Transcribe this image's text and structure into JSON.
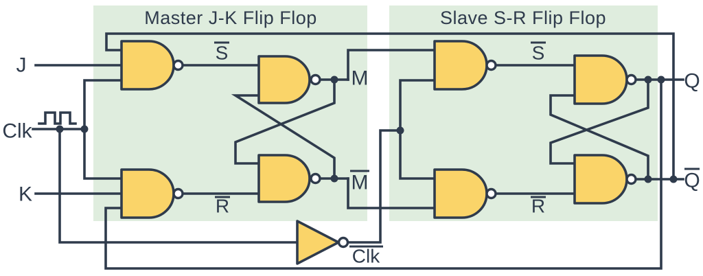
{
  "diagram": {
    "master_title": "Master J-K Flip Flop",
    "slave_title": "Slave S-R Flip Flop",
    "inputs": {
      "j": "J",
      "clk": "Clk",
      "k": "K"
    },
    "outputs": {
      "q": "Q",
      "q_bar": "Q"
    },
    "internal_signals": {
      "s_bar_master": "S",
      "r_bar_master": "R",
      "m": "M",
      "m_bar": "M",
      "clk_bar": "Clk",
      "s_bar_slave": "S",
      "r_bar_slave": "R"
    },
    "colors": {
      "wire": "#2F3B4C",
      "text": "#2F3B4C",
      "gate_fill": "#FAD469",
      "region_fill": "#DFEDDE",
      "background": "#FFFFFF"
    }
  }
}
